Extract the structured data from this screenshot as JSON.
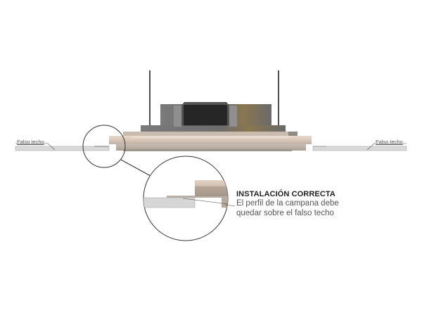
{
  "labels": {
    "left_ceiling": "Falso techo",
    "right_ceiling": "Falso techo"
  },
  "callout": {
    "title": "INSTALACIÓN CORRECTA",
    "line1": "El perfil de la campana debe",
    "line2": "quedar sobre el falso techo"
  },
  "colors": {
    "ceiling_fill": "#d9d9d9",
    "ceiling_stroke": "#9a9a9a",
    "profile_light": "#e6d5c8",
    "profile_mid": "#cdbcae",
    "profile_dark": "#a89c90",
    "housing": "#6e6e6e",
    "panel": "#2a2a2a",
    "circle": "#333333"
  }
}
